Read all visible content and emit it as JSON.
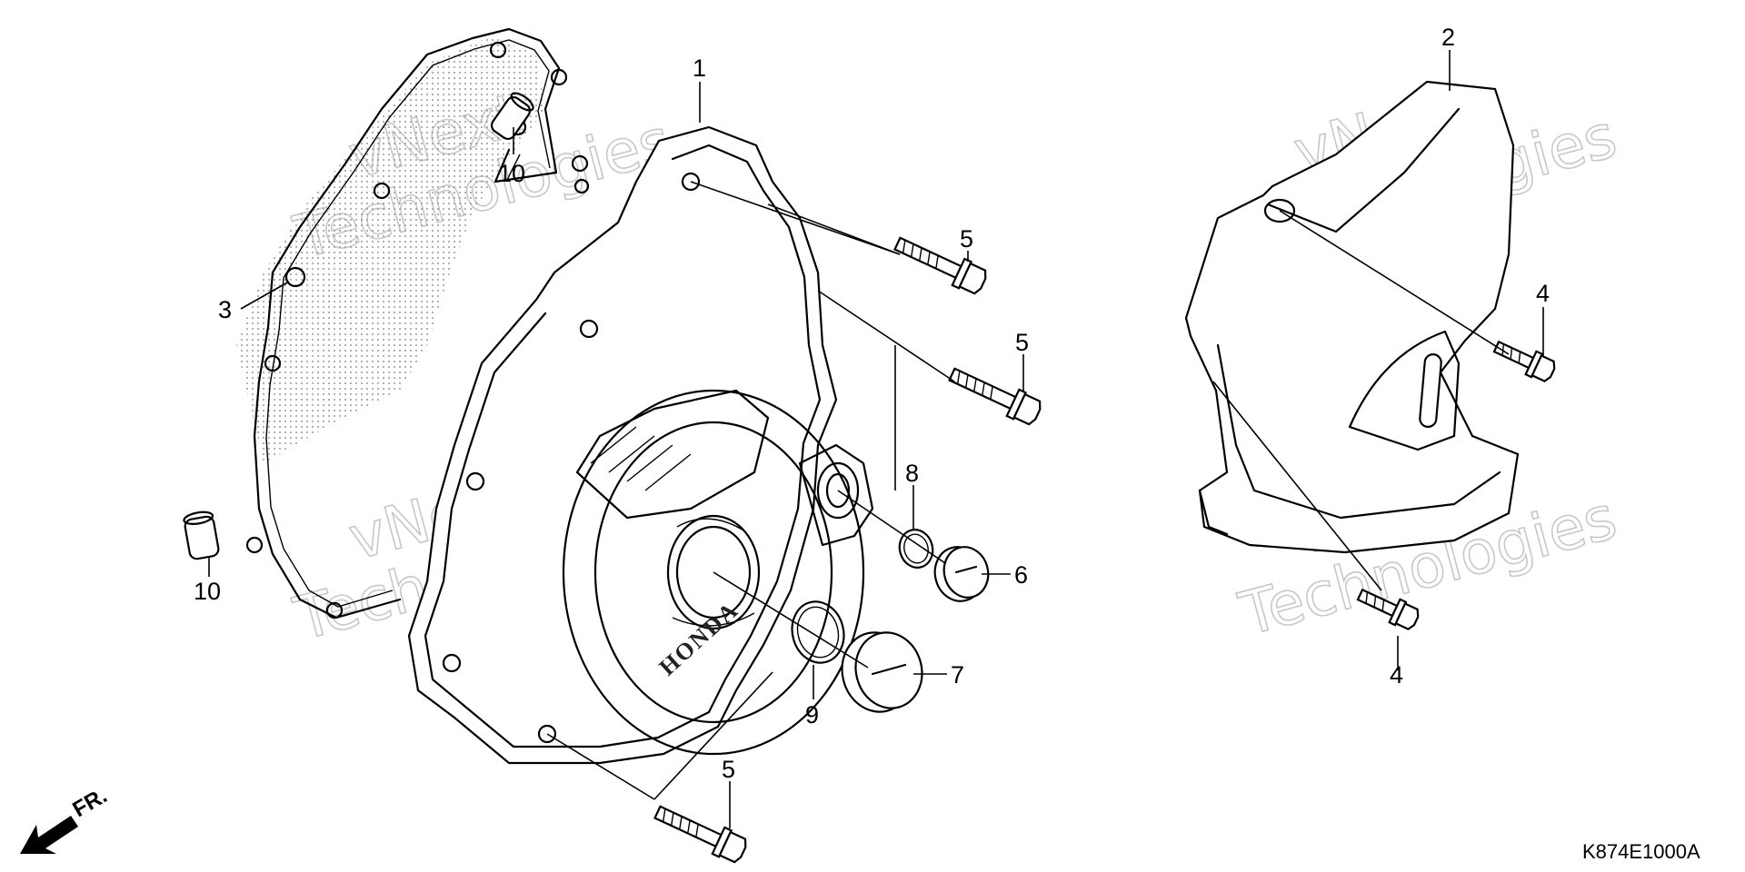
{
  "callouts": [
    {
      "id": "1",
      "label": "1"
    },
    {
      "id": "2",
      "label": "2"
    },
    {
      "id": "3",
      "label": "3"
    },
    {
      "id": "4a",
      "label": "4"
    },
    {
      "id": "4b",
      "label": "4"
    },
    {
      "id": "5a",
      "label": "5"
    },
    {
      "id": "5b",
      "label": "5"
    },
    {
      "id": "5c",
      "label": "5"
    },
    {
      "id": "6",
      "label": "6"
    },
    {
      "id": "7",
      "label": "7"
    },
    {
      "id": "8",
      "label": "8"
    },
    {
      "id": "9",
      "label": "9"
    },
    {
      "id": "10a",
      "label": "10"
    },
    {
      "id": "10b",
      "label": "10"
    }
  ],
  "diagram_code": "K874E1000A",
  "direction_label": "FR.",
  "cover_brand": "HONDA",
  "watermarks": [
    {
      "line1": "vNext",
      "line2": "Technologies"
    },
    {
      "line1": "vNext",
      "line2": "Technologies"
    },
    {
      "line1": "vNext",
      "line2": "Technologies"
    },
    {
      "line1": "vNext",
      "line2": "Technologies"
    }
  ]
}
